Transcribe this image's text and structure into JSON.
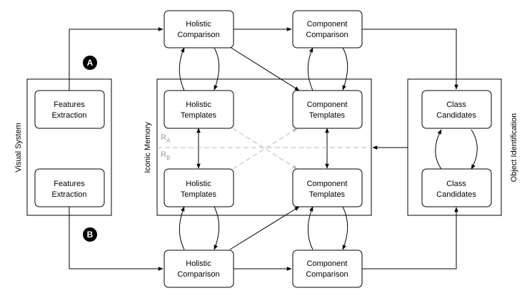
{
  "groups": {
    "visual_system": "Visual System",
    "iconic_memory": "Iconic Memory",
    "object_identification": "Object Identification"
  },
  "nodes": {
    "features_extraction_a": [
      "Features",
      "Extraction"
    ],
    "features_extraction_b": [
      "Features",
      "Extraction"
    ],
    "holistic_comparison_top": [
      "Holistic",
      "Comparison"
    ],
    "component_comparison_top": [
      "Component",
      "Comparison"
    ],
    "holistic_templates_top": [
      "Holistic",
      "Templates"
    ],
    "component_templates_top": [
      "Component",
      "Templates"
    ],
    "holistic_templates_bottom": [
      "Holistic",
      "Templates"
    ],
    "component_templates_bottom": [
      "Component",
      "Templates"
    ],
    "holistic_comparison_bottom": [
      "Holistic",
      "Comparison"
    ],
    "component_comparison_bottom": [
      "Component",
      "Comparison"
    ],
    "class_candidates_top": [
      "Class",
      "Candidates"
    ],
    "class_candidates_bottom": [
      "Class",
      "Candidates"
    ]
  },
  "markers": {
    "a": "A",
    "b": "B"
  },
  "routes": {
    "ra_base": "R",
    "ra_sub": "A",
    "rb_base": "R",
    "rb_sub": "B"
  },
  "colors": {
    "stroke": "#000000",
    "dashed": "#bbbbbb",
    "route_text": "#999999",
    "badge": "#000000"
  }
}
